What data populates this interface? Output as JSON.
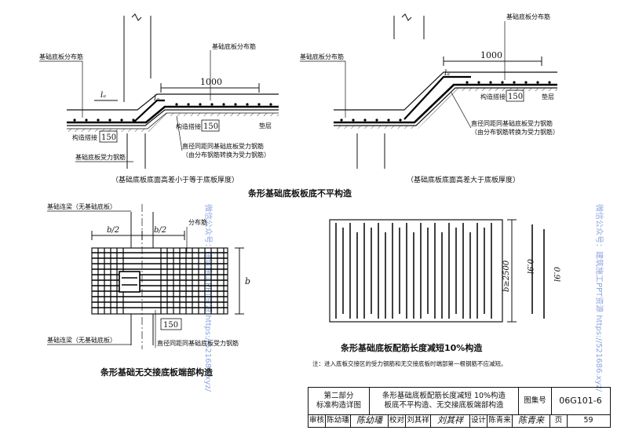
{
  "top_left": {
    "label_top_dist": "基础底板分布筋",
    "label_left_dist": "基础底板分布筋",
    "label_la_1": "lₐ",
    "label_la_2": "lₐ",
    "dim_1000": "1000",
    "label_lap_top": "构造搭接",
    "dim_150_top": "150",
    "label_lap_bottom": "构造搭接",
    "dim_150_bottom": "150",
    "label_cushion": "垫层",
    "label_bottom_main": "基础底板受力钢筋",
    "note_line1": "直径同距同基础底板受力钢筋",
    "note_line2": "（由分布钢筋转换为受力钢筋）",
    "caption": "（基础底板底面高差小于等于底板厚度）"
  },
  "top_right": {
    "label_top_dist": "基础底板分布筋",
    "label_left_dist": "基础底板分布筋",
    "label_la": "lₐ",
    "dim_1000": "1000",
    "label_lap": "构造搭接",
    "dim_150": "150",
    "label_cushion": "垫层",
    "note_line1": "直径同距同基础底板受力钢筋",
    "note_line2": "（由分布钢筋转换为受力钢筋）",
    "caption": "（基础底板底面高差大于底板厚度）"
  },
  "middle_title": "条形基础底板板底不平构造",
  "bottom_left": {
    "label_beam_top": "基础连梁（无基础底板）",
    "dim_half_1": "b/2",
    "dim_half_2": "b/2",
    "label_dist": "分布筋",
    "dim_b": "b",
    "dim_150": "150",
    "label_beam_bottom": "基础连梁（无基础底板）",
    "note": "直径同距同基础底板受力钢筋",
    "title": "条形基础无交接底板端部构造"
  },
  "bottom_right": {
    "dim_b": "b≥2500",
    "dim_09l_1": "0.9l",
    "dim_09l_2": "0.9l",
    "title": "条形基础底板配筋长度减短10%构造",
    "note": "注：进入底板交接区的受力钢筋和无交接底板时端部第一根钢筋不应减短。"
  },
  "watermarks": {
    "left": "微信公众号：建筑施工PPT资源 https://521686.xyz/",
    "right": "微信公众号：建筑施工PPT资源 https://521686.xyz/"
  },
  "title_block": {
    "part": "第二部分",
    "part_sub": "标准构造详图",
    "desc_line1": "条形基础底板配筋长度减短 10%构造",
    "desc_line2": "板底不平构造、无交接底板端部构造",
    "atlas_label": "图集号",
    "atlas_no": "06G101-6",
    "review_label": "审核",
    "review_name": "陈幼璠",
    "review_sig": "陈幼璠",
    "check_label": "校对",
    "check_name": "刘其祥",
    "check_sig": "刘其祥",
    "design_label": "设计",
    "design_name": "陈青来",
    "design_sig": "陈青来",
    "page_label": "页",
    "page_no": "59"
  }
}
